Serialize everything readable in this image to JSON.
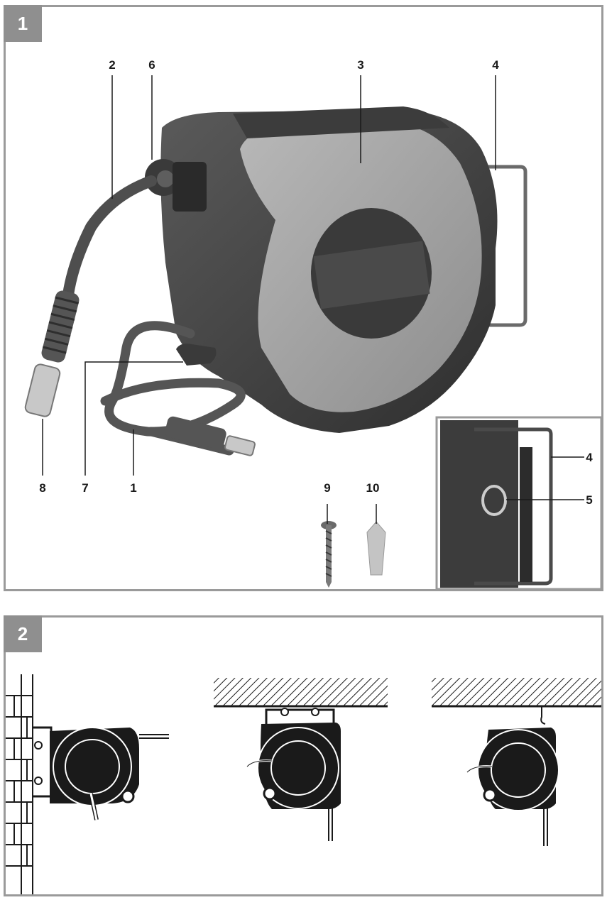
{
  "figures": [
    {
      "number": "1",
      "callouts": [
        "1",
        "2",
        "3",
        "4",
        "5",
        "6",
        "7",
        "8",
        "9",
        "10"
      ],
      "inset_callouts": [
        "4",
        "5"
      ]
    },
    {
      "number": "2",
      "mounting_options": [
        "wall-mount",
        "ceiling-mount-bracket",
        "ceiling-mount-hook"
      ]
    }
  ]
}
